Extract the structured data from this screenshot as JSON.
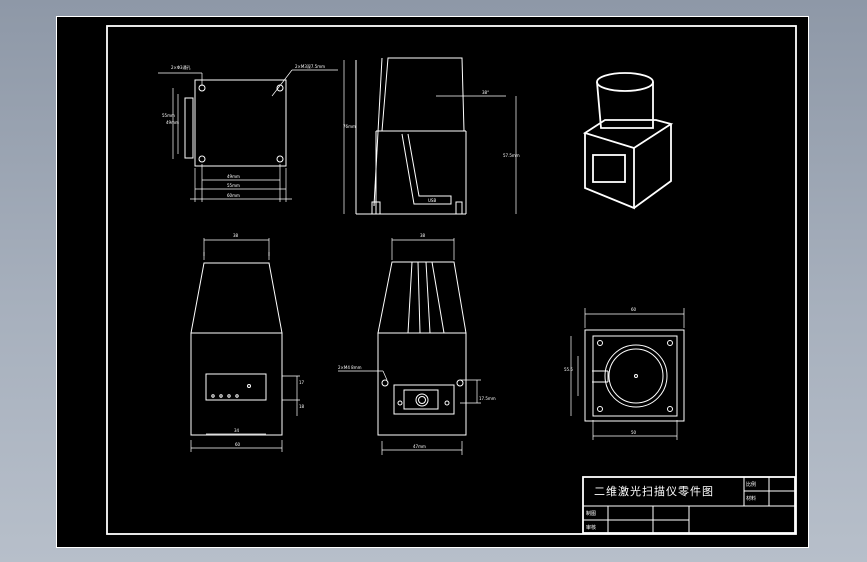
{
  "drawing": {
    "title_block": {
      "title": "二维激光扫描仪零件图",
      "label_scale": "比例",
      "label_material": "材料",
      "label_drawn": "制图",
      "label_checked": "审核"
    },
    "dimensions": {
      "top_hole_spec": "2×Φ3通孔",
      "top_hole_spec_b": "2×M3深7.5mm",
      "top_width_a": "49mm",
      "top_width_b": "55mm",
      "top_width_c": "60mm",
      "top_height_a": "55mm",
      "top_height_b": "49mm",
      "side_height": "76mm",
      "side_height_b": "57.5mm",
      "side_top": "38°",
      "usb_label": "USB",
      "front_top_w": "38",
      "front_w": "60",
      "front_panel_w": "34",
      "front_d1": "17",
      "front_d2": "18",
      "back_top_w": "38",
      "back_w": "47mm",
      "back_hole": "2×M4 8mm",
      "back_d": "17.5mm",
      "bottom_w": "60",
      "bottom_h": "55.5",
      "bottom_w_b": "50"
    }
  }
}
